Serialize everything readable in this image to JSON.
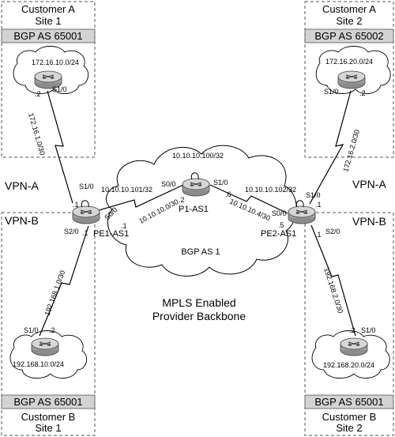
{
  "colors": {
    "panel_border": "#555555",
    "band_fill": "#d3d3d3",
    "cloud_fill": "#ffffff",
    "router_body": "#a8a8a8",
    "router_top": "#d9d9d9",
    "link_line": "#000000"
  },
  "site_a1": {
    "customer": "Customer A",
    "site": "Site 1",
    "bgp": "BGP AS 65001",
    "network": "172.16.10.0/24",
    "if_s10": "S1/0",
    "addr_2": ".2"
  },
  "site_a2": {
    "customer": "Customer A",
    "site": "Site 2",
    "bgp": "BGP AS 65002",
    "network": "172.16.20.0/24",
    "if_s10": "S1/0",
    "addr_2": ".2"
  },
  "site_b1": {
    "customer": "Customer B",
    "site": "Site 1",
    "bgp": "BGP AS 65001",
    "network": "192.168.10.0/24",
    "if_s10": "S1/0",
    "addr_2": ".2"
  },
  "site_b2": {
    "customer": "Customer B",
    "site": "Site 2",
    "bgp": "BGP AS 65001",
    "network": "192.168.20.0/24",
    "if_s10": "S1/0",
    "addr_2": ".2"
  },
  "vpn": {
    "a_left": "VPN-A",
    "b_left": "VPN-B",
    "a_right": "VPN-A",
    "b_right": "VPN-B"
  },
  "links": {
    "a1_pe1": "172.16.1.0/30",
    "a2_pe2": "172.16.2.0/30",
    "b1_pe1": "192.168.1.0/30",
    "b2_pe2": "192.168.2.0/30",
    "pe1_p1": "10.10.10.0/30",
    "p1_pe2": "10.10.10.4/30"
  },
  "routers": {
    "pe1": {
      "name": "PE1-AS1",
      "loopback": "10.10.10.101/32",
      "if_s10": "S1/0",
      "if_s20": "S2/0",
      "if_s00": "S0/0",
      "addr_1a": ".1",
      "addr_1b": ".1",
      "addr_1c": ".1"
    },
    "p1": {
      "name": "P1-AS1",
      "loopback": "10.10.10.100/32",
      "if_s00": "S0/0",
      "if_s10": "S1/0",
      "addr_2": ".2",
      "addr_6": ".6"
    },
    "pe2": {
      "name": "PE2-AS1",
      "loopback": "10.10.10.102/32",
      "if_s10": "S1/0",
      "if_s20": "S2/0",
      "if_s00": "S0/0",
      "addr_1a": ".1",
      "addr_1b": ".1",
      "addr_5": ".5"
    }
  },
  "backbone": {
    "as_label": "BGP AS 1",
    "caption_line1": "MPLS Enabled",
    "caption_line2": "Provider Backbone"
  }
}
